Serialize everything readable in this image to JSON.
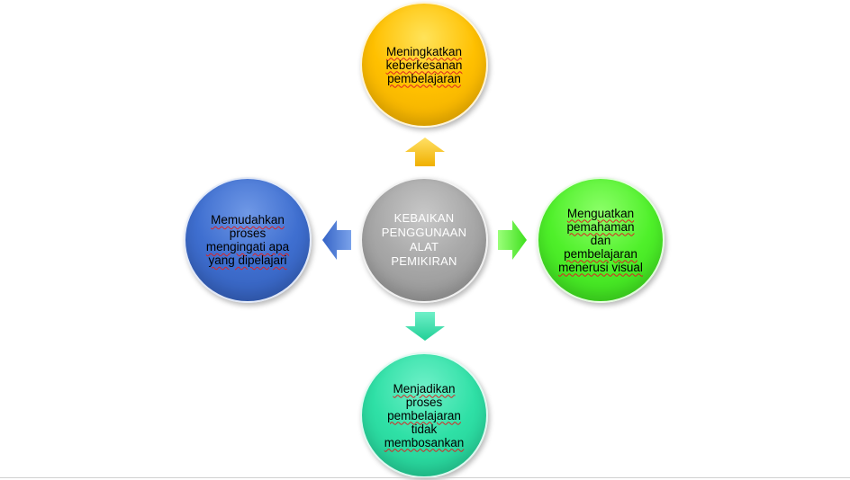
{
  "diagram": {
    "center": {
      "lines": [
        "KEBAIKAN",
        "PENGGUNAAN",
        "ALAT",
        "PEMIKIRAN"
      ]
    },
    "top": {
      "lines": [
        "Meningkatkan",
        "keberkesanan",
        "pembelajaran"
      ]
    },
    "right": {
      "lines": [
        "Menguatkan",
        "pemahaman",
        "dan",
        "pembelajaran",
        "menerusi visual"
      ]
    },
    "bottom": {
      "lines": [
        "Menjadikan",
        "proses",
        "pembelajaran",
        "tidak",
        "membosankan"
      ]
    },
    "left": {
      "lines": [
        "Memudahkan",
        "proses",
        "mengingati apa",
        "yang dipelajari"
      ]
    }
  },
  "colors": {
    "center": "#a9a9a9",
    "top": "#ffc000",
    "right": "#4ff02a",
    "bottom": "#2fe0a6",
    "left": "#3f6fd0",
    "arrow_top": "#ffc000",
    "arrow_right": "#4ff02a",
    "arrow_bottom": "#2fe0a6",
    "arrow_left": "#3f6fd0"
  }
}
